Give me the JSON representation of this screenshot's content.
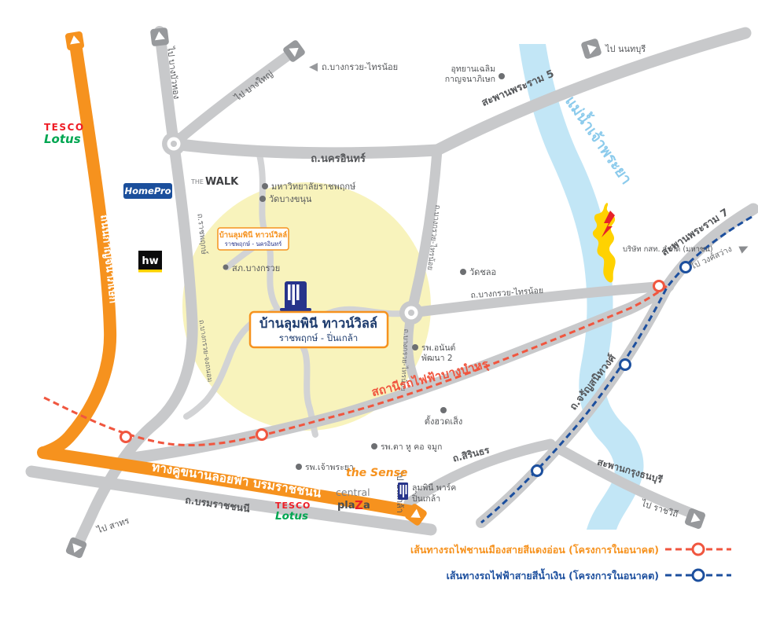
{
  "project": {
    "main_badge": {
      "name": "บ้านลุมพินี ทาวน์วิลล์",
      "location": "ราชพฤกษ์ - ปิ่นเกล้า"
    },
    "small_badge": {
      "name": "บ้านลุมพินี ทาวน์วิลล์",
      "location": "ราชพฤกษ์ - นครอินทร์"
    }
  },
  "river": {
    "label": "แม่น้ำเจ้าพระยา"
  },
  "roads": {
    "nakhon_in": "ถ.นครอินทร์",
    "ratchaphruek": "ถ.ราชพฤกษ์",
    "bang_kruai_sai_noi": "ถ.บางกรวย-ไทรน้อย",
    "bang_kruai_jong_thanom": "ถ.บางกรวย-จงถนอม",
    "charansanitwong": "ถ.จรัญสนิทวงศ์",
    "sirindhorn": "ถ.สิรินธร",
    "borommaratchachonnani": "ถ.บรมราชชนนี",
    "elevated_parallel": "ทางคู่ขนานลอยฟ้า บรมราชชนนี",
    "kanchanaphisek": "ถนนกาญจนาภิเษก"
  },
  "bridges": {
    "rama5": "สะพานพระราม 5",
    "rama7": "สะพานพระราม 7",
    "krung_thon": "สะพานกรุงธนบุรี"
  },
  "rail": {
    "bang_bamru_station": "สถานีรถไฟฟ้าบางบำหรุ"
  },
  "directions": {
    "bang_bua_thong": "ไป บางบัวทอง",
    "bang_yai": "ไป บางใหญ่",
    "nonthaburi": "ไป นนทบุรี",
    "wong_sawang": "ไป วงศ์สว่าง",
    "ratchawithi": "ไป ราชวิถี",
    "sathorn": "ไป สาทร",
    "pinklao": "ไป ปิ่นเกล้า"
  },
  "landmarks": {
    "tesco": {
      "line1": "TESCO",
      "line2": "Lotus"
    },
    "homepro": "HomePro",
    "the_walk": {
      "the": "THE",
      "walk": "WALK"
    },
    "homeworks": "hw",
    "chalermkanchanapisek_park": {
      "line1": "อุทยานเฉลิม",
      "line2": "กาญจนาภิเษก"
    },
    "ratchaphruek_university": "มหาวิทยาลัยราชพฤกษ์",
    "wat_bang_khanun": "วัดบางขนุน",
    "bang_kruai_police": "สภ.บางกรวย",
    "wat_chalo": "วัดชลอ",
    "anan_hospital": {
      "line1": "รพ.อนันต์",
      "line2": "พัฒนา 2"
    },
    "tang_huad_seng": "ตั้งฮวดเส็ง",
    "eent_hospital": "รพ.ตา หู คอ จมูก",
    "chao_phraya_hospital": "รพ.เจ้าพระยา",
    "the_sense": "the Sense",
    "central_plaza": {
      "line1": "central",
      "pla": "pla",
      "z": "Z",
      "a": "a"
    },
    "lumpini_park": {
      "line1": "ลุมพินี พาร์ค",
      "line2": "ปิ่นเกล้า"
    },
    "cat_telecom": "บริษัท กสท. จำกัด (มหาชน)"
  },
  "legend": {
    "red_line": "เส้นทางรถไฟชานเมืองสายสีแดงอ่อน (โครงการในอนาคต)",
    "blue_line": "เส้นทางรถไฟฟ้าสายสีน้ำเงิน (โครงการในอนาคต)"
  },
  "colors": {
    "highway_orange": "#F6921E",
    "road_gray": "#C8C9CB",
    "river_blue": "#C2E6F6",
    "highlight_yellow": "#F8F3BC",
    "red_line": "#F0563F",
    "blue_line": "#1C4F9E",
    "brand_navy": "#27348B"
  }
}
